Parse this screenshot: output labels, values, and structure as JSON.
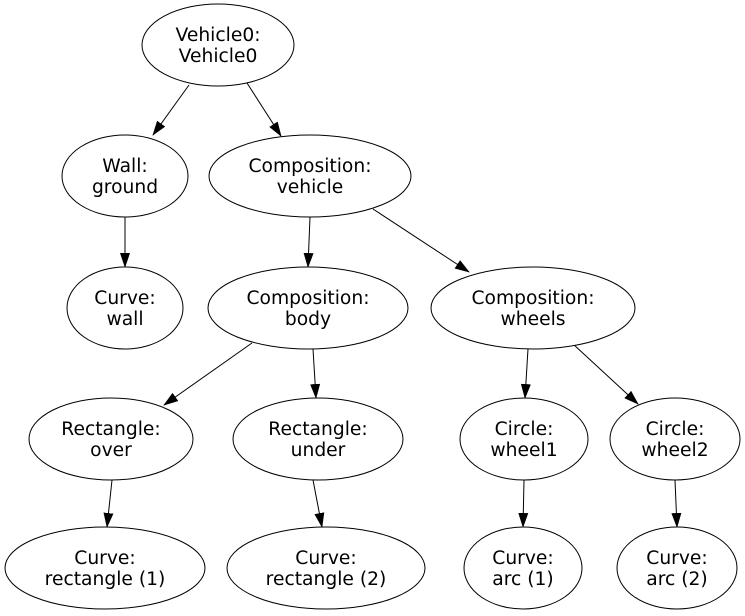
{
  "diagram": {
    "type": "tree-graph",
    "colors": {
      "background": "#ffffff",
      "node_fill": "#ffffff",
      "node_stroke": "#000000",
      "edge_stroke": "#000000",
      "text": "#000000"
    },
    "nodes": {
      "vehicle0": {
        "line1": "Vehicle0:",
        "line2": "Vehicle0"
      },
      "wall_ground": {
        "line1": "Wall:",
        "line2": "ground"
      },
      "composition_vehicle": {
        "line1": "Composition:",
        "line2": "vehicle"
      },
      "curve_wall": {
        "line1": "Curve:",
        "line2": "wall"
      },
      "composition_body": {
        "line1": "Composition:",
        "line2": "body"
      },
      "composition_wheels": {
        "line1": "Composition:",
        "line2": "wheels"
      },
      "rectangle_over": {
        "line1": "Rectangle:",
        "line2": "over"
      },
      "rectangle_under": {
        "line1": "Rectangle:",
        "line2": "under"
      },
      "circle_wheel1": {
        "line1": "Circle:",
        "line2": "wheel1"
      },
      "circle_wheel2": {
        "line1": "Circle:",
        "line2": "wheel2"
      },
      "curve_rectangle_1": {
        "line1": "Curve:",
        "line2": "rectangle (1)"
      },
      "curve_rectangle_2": {
        "line1": "Curve:",
        "line2": "rectangle (2)"
      },
      "curve_arc_1": {
        "line1": "Curve:",
        "line2": "arc (1)"
      },
      "curve_arc_2": {
        "line1": "Curve:",
        "line2": "arc (2)"
      }
    },
    "edges": [
      {
        "from": "vehicle0",
        "to": "wall_ground"
      },
      {
        "from": "vehicle0",
        "to": "composition_vehicle"
      },
      {
        "from": "wall_ground",
        "to": "curve_wall"
      },
      {
        "from": "composition_vehicle",
        "to": "composition_body"
      },
      {
        "from": "composition_vehicle",
        "to": "composition_wheels"
      },
      {
        "from": "composition_body",
        "to": "rectangle_over"
      },
      {
        "from": "composition_body",
        "to": "rectangle_under"
      },
      {
        "from": "composition_wheels",
        "to": "circle_wheel1"
      },
      {
        "from": "composition_wheels",
        "to": "circle_wheel2"
      },
      {
        "from": "rectangle_over",
        "to": "curve_rectangle_1"
      },
      {
        "from": "rectangle_under",
        "to": "curve_rectangle_2"
      },
      {
        "from": "circle_wheel1",
        "to": "curve_arc_1"
      },
      {
        "from": "circle_wheel2",
        "to": "curve_arc_2"
      }
    ]
  }
}
